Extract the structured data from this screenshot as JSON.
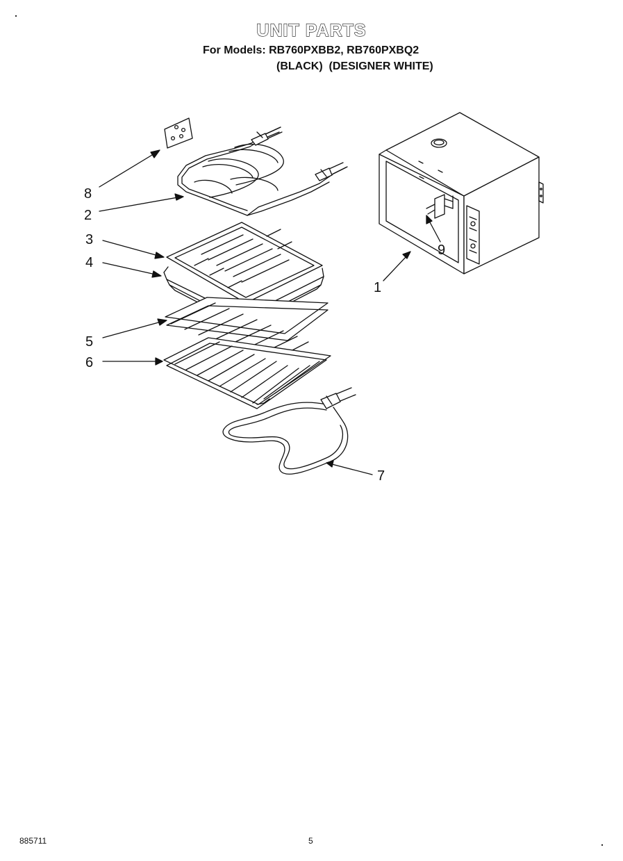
{
  "header": {
    "title": "UNIT PARTS",
    "models_line": "For Models: RB760PXBB2, RB760PXBQ2",
    "colors_line": "(BLACK)  (DESIGNER WHITE)"
  },
  "callouts": {
    "c1": "1",
    "c2": "2",
    "c3": "3",
    "c4": "4",
    "c5": "5",
    "c6": "6",
    "c7": "7",
    "c8": "8",
    "c9": "9"
  },
  "footer": {
    "doc_number": "885711",
    "page_number": "5"
  },
  "colors": {
    "line": "#111111",
    "background": "#ffffff"
  }
}
